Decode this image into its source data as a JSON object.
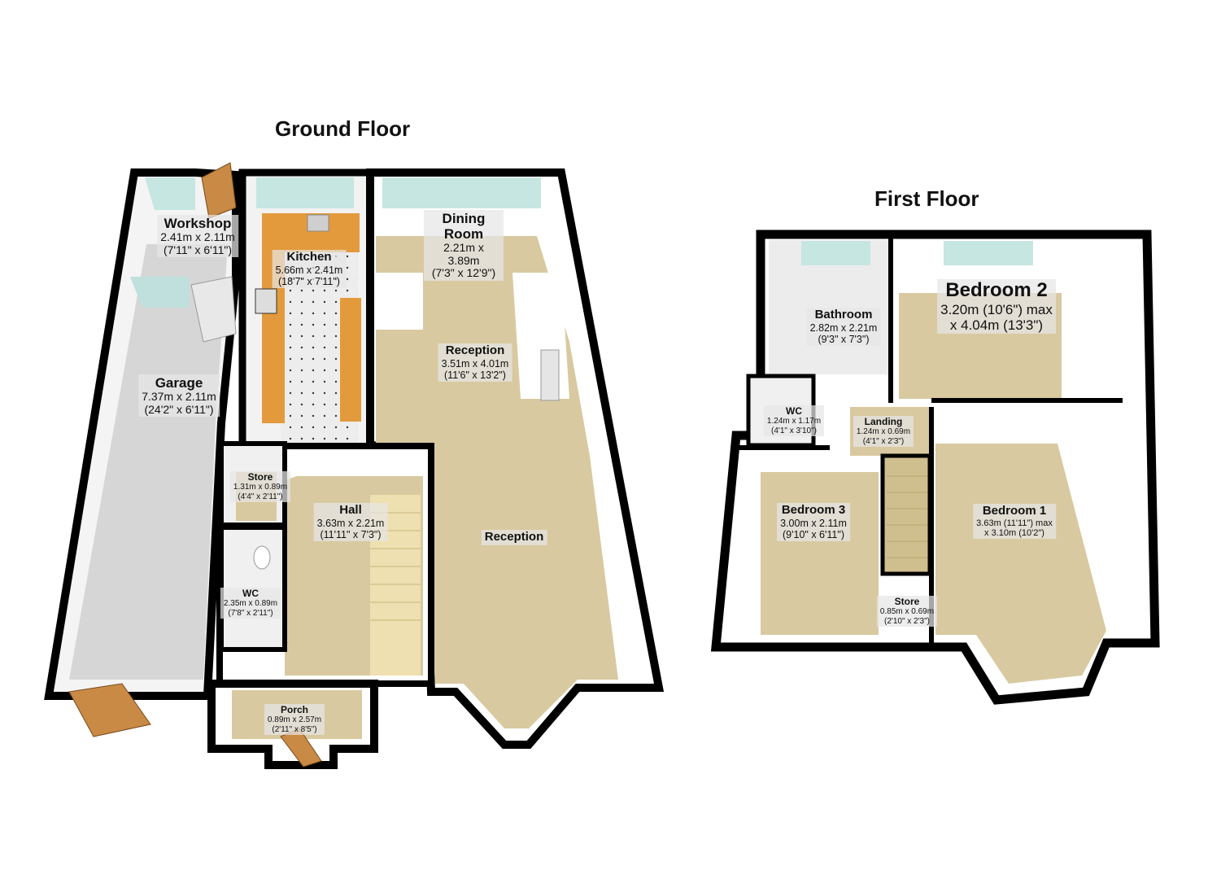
{
  "floors": {
    "ground": {
      "title": "Ground Floor",
      "rooms": [
        {
          "name": "Workshop",
          "dim_metric": "2.41m x 2.11m",
          "dim_imperial": "(7'11\" x 6'11\")"
        },
        {
          "name": "Kitchen",
          "dim_metric": "5.66m x 2.41m",
          "dim_imperial": "(18'7\" x 7'11\")"
        },
        {
          "name": "Dining Room",
          "dim_metric": "2.21m x 3.89m",
          "dim_imperial": "(7'3\" x 12'9\")"
        },
        {
          "name": "Reception",
          "dim_metric": "3.51m x 4.01m",
          "dim_imperial": "(11'6\" x 13'2\")"
        },
        {
          "name": "Garage",
          "dim_metric": "7.37m x 2.11m",
          "dim_imperial": "(24'2\" x 6'11\")"
        },
        {
          "name": "Store",
          "dim_metric": "1.31m x 0.89m",
          "dim_imperial": "(4'4\" x 2'11\")"
        },
        {
          "name": "Hall",
          "dim_metric": "3.63m x 2.21m",
          "dim_imperial": "(11'11\" x 7'3\")"
        },
        {
          "name": "Reception",
          "dim_metric": "",
          "dim_imperial": ""
        },
        {
          "name": "WC",
          "dim_metric": "2.35m x 0.89m",
          "dim_imperial": "(7'8\" x 2'11\")"
        },
        {
          "name": "Porch",
          "dim_metric": "0.89m x 2.57m",
          "dim_imperial": "(2'11\" x 8'5\")"
        }
      ]
    },
    "first": {
      "title": "First Floor",
      "rooms": [
        {
          "name": "Bedroom 2",
          "dim_metric": "3.20m (10'6\") max",
          "dim_imperial": "x 4.04m (13'3\")"
        },
        {
          "name": "Bathroom",
          "dim_metric": "2.82m x 2.21m",
          "dim_imperial": "(9'3\" x 7'3\")"
        },
        {
          "name": "WC",
          "dim_metric": "1.24m x 1.17m",
          "dim_imperial": "(4'1\" x 3'10\")"
        },
        {
          "name": "Landing",
          "dim_metric": "1.24m x 0.69m",
          "dim_imperial": "(4'1\" x 2'3\")"
        },
        {
          "name": "Bedroom 3",
          "dim_metric": "3.00m x 2.11m",
          "dim_imperial": "(9'10\" x 6'11\")"
        },
        {
          "name": "Bedroom 1",
          "dim_metric": "3.63m (11'11\") max",
          "dim_imperial": "x 3.10m (10'2\")"
        },
        {
          "name": "Store",
          "dim_metric": "0.85m x 0.69m",
          "dim_imperial": "(2'10\" x 2'3\")"
        }
      ]
    }
  },
  "colors": {
    "wall": "#000000",
    "carpet": "#d8c9a0",
    "garage_floor": "#d4d4d4",
    "tile_floor": "#ebebeb",
    "worktop": "#e39a3c",
    "inner_wall": "#f2f2f2",
    "window": "#bfe0dc",
    "door_wood": "#c88a45",
    "stairs": "#eee0b0"
  }
}
